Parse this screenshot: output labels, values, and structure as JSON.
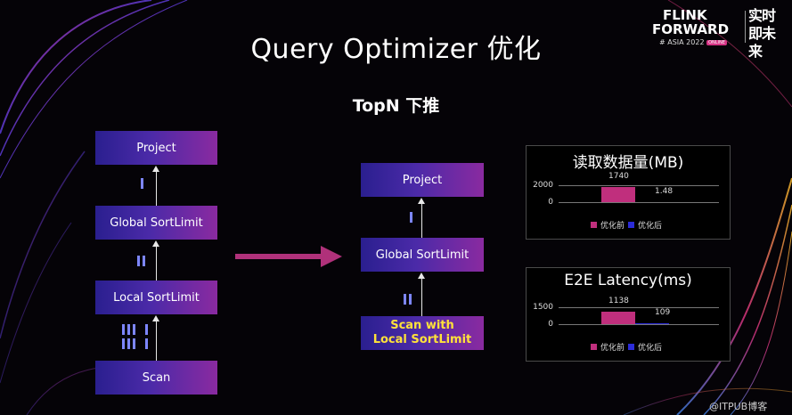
{
  "slide": {
    "title": "Query Optimizer 优化",
    "subtitle": "TopN 下推"
  },
  "logo": {
    "line1": "FLINK",
    "line2": "FORWARD",
    "line3": "# ASIA 2022",
    "badge": "ONLINE",
    "cn": "实时即未来"
  },
  "left_plan": {
    "nodes": [
      "Project",
      "Global SortLimit",
      "Local SortLimit",
      "Scan"
    ]
  },
  "right_plan": {
    "nodes": [
      "Project",
      "Global SortLimit",
      "Scan with\nLocal SortLimit"
    ]
  },
  "colors": {
    "before": "#c02f7d",
    "after": "#2b2bd8",
    "arrow": "#b0317a",
    "box_left": "#2a1f8f",
    "box_right": "#8a2aa0",
    "highlight_text": "#ffe23a"
  },
  "chart_data": [
    {
      "type": "bar",
      "title": "读取数据量(MB)",
      "yticks": [
        0,
        2000
      ],
      "ylim": [
        0,
        2000
      ],
      "series": [
        {
          "name": "优化前",
          "values": [
            1740
          ]
        },
        {
          "name": "优化后",
          "values": [
            1.48
          ]
        }
      ],
      "value_labels": [
        "1740",
        "1.48"
      ],
      "legend": "bottom"
    },
    {
      "type": "bar",
      "title": "E2E Latency(ms)",
      "yticks": [
        0,
        1500
      ],
      "ylim": [
        0,
        1500
      ],
      "series": [
        {
          "name": "优化前",
          "values": [
            1138
          ]
        },
        {
          "name": "优化后",
          "values": [
            109
          ]
        }
      ],
      "value_labels": [
        "1138",
        "109"
      ],
      "legend": "bottom"
    }
  ],
  "watermark": "@ITPUB博客"
}
